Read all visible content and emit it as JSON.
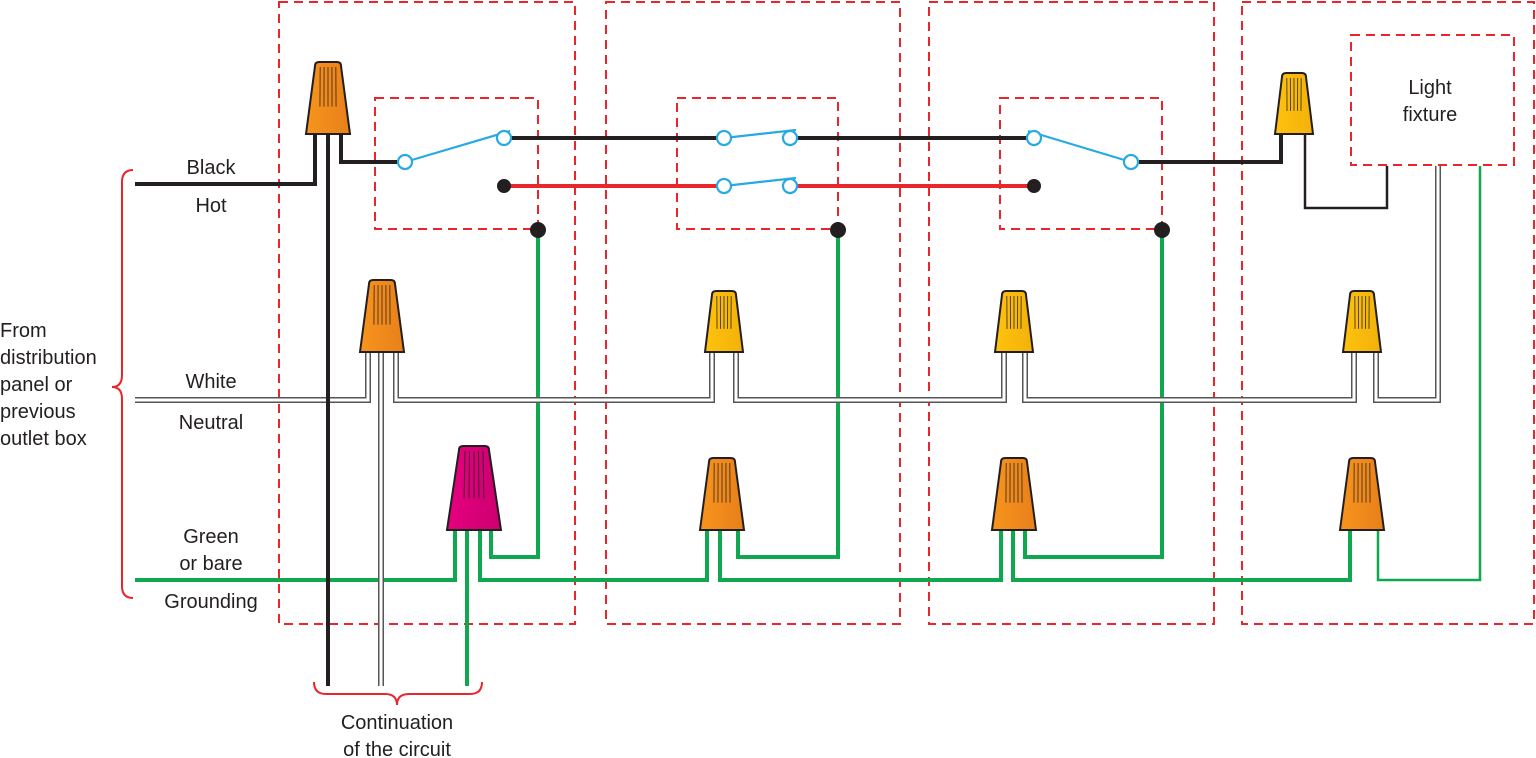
{
  "labels": {
    "black": "Black",
    "hot": "Hot",
    "white": "White",
    "neutral": "Neutral",
    "green_line1": "Green",
    "green_line2": "or bare",
    "grounding": "Grounding",
    "from_line1": "From",
    "from_line2": "distribution",
    "from_line3": "panel or",
    "from_line4": "previous",
    "from_line5": "outlet box",
    "light_line1": "Light",
    "light_line2": "fixture",
    "continuation_line1": "Continuation",
    "continuation_line2": "of the circuit"
  },
  "colors": {
    "box_border": "#e8262b",
    "hot_wire": "#231f20",
    "traveler_wire": "#e8262b",
    "ground_wire": "#10a84e",
    "switch_contact": "#27aae1",
    "connector_orange": "#f7941d",
    "connector_yellow": "#ffc20e",
    "connector_magenta": "#e6007e"
  },
  "components": {
    "boxes": [
      "switch-box-1",
      "switch-box-2",
      "switch-box-3",
      "fixture-box"
    ],
    "switches": [
      "three-way-switch-1",
      "four-way-switch",
      "three-way-switch-2"
    ],
    "wire_nuts": [
      {
        "name": "orange-hot-splice",
        "color": "orange"
      },
      {
        "name": "orange-neutral-splice",
        "color": "orange"
      },
      {
        "name": "magenta-ground-splice",
        "color": "magenta"
      },
      {
        "name": "yellow-neutral-splice-box2",
        "color": "yellow"
      },
      {
        "name": "orange-ground-splice-box2",
        "color": "orange"
      },
      {
        "name": "yellow-neutral-splice-box3",
        "color": "yellow"
      },
      {
        "name": "orange-ground-splice-box3",
        "color": "orange"
      },
      {
        "name": "yellow-hot-splice-fixture",
        "color": "yellow"
      },
      {
        "name": "yellow-neutral-splice-fixture",
        "color": "yellow"
      },
      {
        "name": "orange-ground-splice-fixture",
        "color": "orange"
      }
    ]
  }
}
